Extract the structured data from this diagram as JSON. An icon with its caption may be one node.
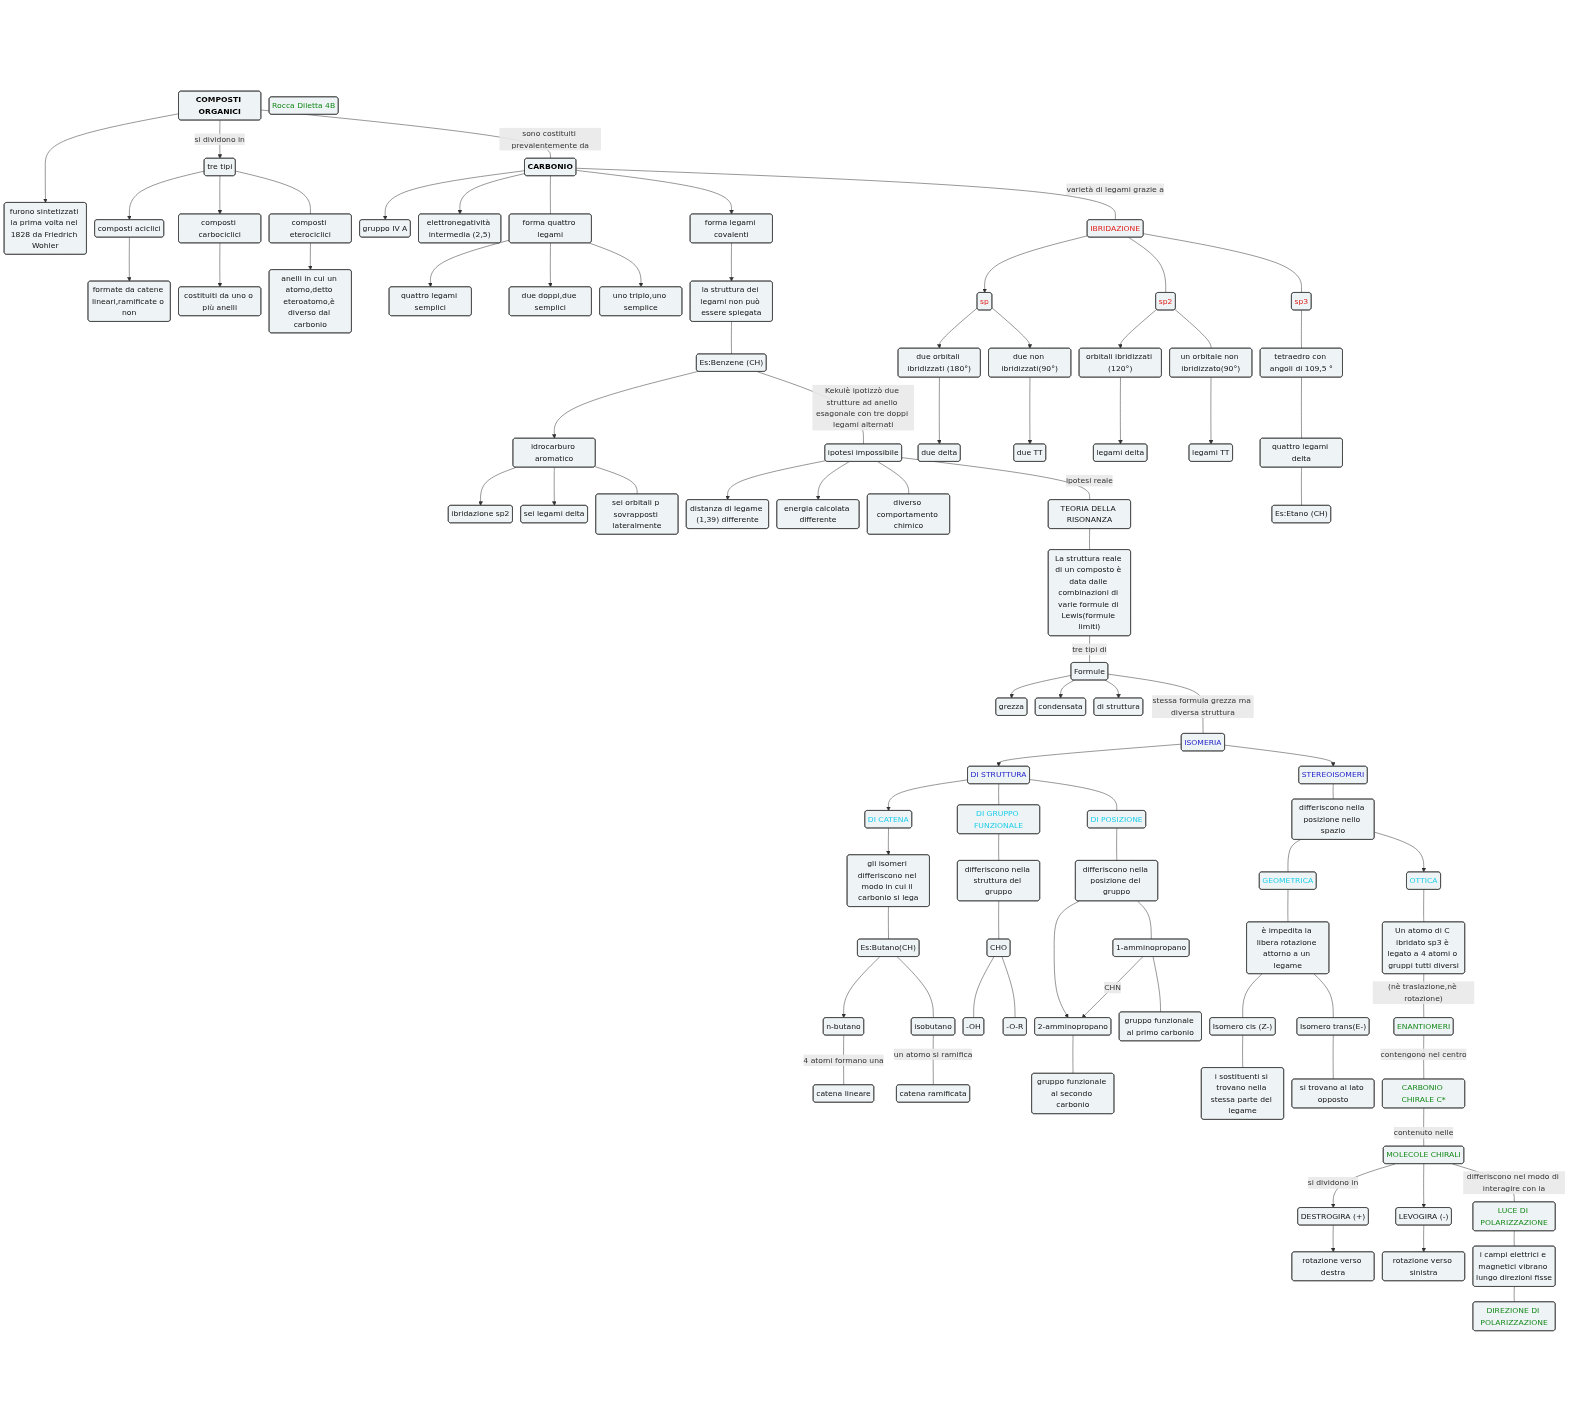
{
  "diagram": {
    "nodes": [
      {
        "text": [
          "COMPOSTI ORGANICI"
        ]
      },
      {
        "text": [
          "furono sintetizzati la prima volta nel 1828 da Friedrich Wohler"
        ]
      },
      {
        "text": [
          "tre tipi"
        ]
      },
      {
        "text": [
          "composti aciclici"
        ]
      },
      {
        "text": [
          "formate da catene lineari,ramificate o non"
        ]
      },
      {
        "text": [
          "composti carbociclici"
        ]
      },
      {
        "text": [
          "costituiti da uno o più anelli"
        ]
      },
      {
        "text": [
          "composti eterociclici"
        ]
      },
      {
        "text": [
          "anelli in cui un atomo,detto eteroatomo,è diverso dal carbonio"
        ]
      },
      {
        "text": [
          "CARBONIO"
        ]
      },
      {
        "text": [
          "gruppo IV A"
        ]
      },
      {
        "text": [
          "elettronegatività intermedia (2,5)"
        ]
      },
      {
        "text": [
          "forma legami covalenti"
        ]
      },
      {
        "text": [
          "forma quattro legami"
        ]
      },
      {
        "text": [
          "quattro legami semplici"
        ]
      },
      {
        "text": [
          "due doppi,due semplici"
        ]
      },
      {
        "text": [
          "uno triplo,uno semplice"
        ]
      },
      {
        "text": [
          "la struttura dei legami non può essere spiegata"
        ]
      },
      {
        "text": [
          "Es:Benzene (CH)"
        ]
      },
      {
        "text": [
          "idrocarburo aromatico"
        ]
      },
      {
        "text": [
          "ibridazione sp2"
        ]
      },
      {
        "text": [
          "sei legami delta"
        ]
      },
      {
        "text": [
          "sei orbitali p sovrapposti lateralmente"
        ]
      },
      {
        "text": [
          "ipotesi impossibile"
        ]
      },
      {
        "text": [
          "distanza di legame (1,39) differente"
        ]
      },
      {
        "text": [
          "energia calcolata differente"
        ]
      },
      {
        "text": [
          "diverso comportamento chimico"
        ]
      },
      {
        "text": [
          "TEORIA DELLA RISONANZA"
        ]
      },
      {
        "text": [
          "La struttura reale di un composto è data dalle combinazioni di varie formule di Lewis(formule limiti)"
        ]
      },
      {
        "text": [
          "Formule"
        ]
      },
      {
        "text": [
          "grezza"
        ]
      },
      {
        "text": [
          "condensata"
        ]
      },
      {
        "text": [
          "di struttura"
        ]
      },
      {
        "text": [
          "IBRIDAZIONE"
        ]
      },
      {
        "text": [
          "sp"
        ]
      },
      {
        "text": [
          "due orbitali ibridizzati (180°)"
        ]
      },
      {
        "text": [
          "due delta"
        ]
      },
      {
        "text": [
          "due non ibridizzati(90°)"
        ]
      },
      {
        "text": [
          "due TT"
        ]
      },
      {
        "text": [
          "sp3"
        ]
      },
      {
        "text": [
          "sp2"
        ]
      },
      {
        "text": [
          "orbitali ibridizzati (120°)"
        ]
      },
      {
        "text": [
          "legami delta"
        ]
      },
      {
        "text": [
          "un orbitale non ibridizzato(90°)"
        ]
      },
      {
        "text": [
          "legami TT"
        ]
      },
      {
        "text": [
          "tetraedro con angoli di 109,5 °"
        ]
      },
      {
        "text": [
          "quattro legami delta"
        ]
      },
      {
        "text": [
          "Es:Etano (CH)"
        ]
      },
      {
        "text": [
          "ISOMERIA"
        ]
      },
      {
        "text": [
          "DI STRUTTURA"
        ]
      },
      {
        "text": [
          "DI CATENA"
        ]
      },
      {
        "text": [
          "gli isomeri differiscono nel modo in cui il carbonio si lega"
        ]
      },
      {
        "text": [
          "Es:Butano(CH)"
        ]
      },
      {
        "text": [
          "n-butano"
        ]
      },
      {
        "text": [
          "isobutano"
        ]
      },
      {
        "text": [
          "catena lineare"
        ]
      },
      {
        "text": [
          "catena ramificata"
        ]
      },
      {
        "text": [
          "DI GRUPPO FUNZIONALE"
        ]
      },
      {
        "text": [
          "differiscono nella struttura del gruppo"
        ]
      },
      {
        "text": [
          "CHO"
        ]
      },
      {
        "text": [
          "-OH"
        ]
      },
      {
        "text": [
          "-O-R"
        ]
      },
      {
        "text": [
          "DI POSIZIONE"
        ]
      },
      {
        "text": [
          "differiscono nella posizione del gruppo"
        ]
      },
      {
        "text": [
          "1-amminopropano"
        ]
      },
      {
        "text": [
          "2-amminopropano"
        ]
      },
      {
        "text": [
          "gruppo funzionale al primo carbonio"
        ]
      },
      {
        "text": [
          "gruppo funzionale al secondo carbonio"
        ]
      },
      {
        "text": [
          "STEREOISOMERI"
        ]
      },
      {
        "text": [
          "differiscono nella posizione nello spazio"
        ]
      },
      {
        "text": [
          "GEOMETRICA"
        ]
      },
      {
        "text": [
          "è impedita la libera rotazione attorno a un legame"
        ]
      },
      {
        "text": [
          "Isomero cis (Z-)"
        ]
      },
      {
        "text": [
          "Isomero trans(E-)"
        ]
      },
      {
        "text": [
          "i sostituenti si trovano nella stessa parte del legame"
        ]
      },
      {
        "text": [
          "si trovano al lato opposto"
        ]
      },
      {
        "text": [
          "OTTICA"
        ]
      },
      {
        "text": [
          "Un atomo di C ibridato sp3 è legato a 4 atomi o gruppi tutti diversi"
        ]
      },
      {
        "text": [
          "ENANTIOMERI"
        ]
      },
      {
        "text": [
          "CARBONIO CHIRALE C*"
        ]
      },
      {
        "text": [
          "MOLECOLE CHIRALI"
        ]
      },
      {
        "text": [
          "DESTROGIRA (+)"
        ]
      },
      {
        "text": [
          "LEVOGIRA (-)"
        ]
      },
      {
        "text": [
          "rotazione verso destra"
        ]
      },
      {
        "text": [
          "rotazione verso sinistra"
        ]
      },
      {
        "text": [
          "LUCE DI POLARIZZAZIONE"
        ]
      },
      {
        "text": [
          "i campi elettrici e magnetici vibrano lungo direzioni fisse"
        ]
      },
      {
        "text": [
          "DIREZIONE DI POLARIZZAZIONE"
        ]
      },
      {
        "text": [
          "Rocca Diletta 4B"
        ]
      }
    ],
    "edges": [
      {
        "from": 0,
        "to": 1,
        "arrow": "to"
      },
      {
        "from": 0,
        "to": 2,
        "arrow": "to",
        "label": "si dividono in"
      },
      {
        "from": 2,
        "to": 3,
        "arrow": "to"
      },
      {
        "from": 2,
        "to": 5,
        "arrow": "to"
      },
      {
        "from": 2,
        "to": 7,
        "arrow": "none"
      },
      {
        "from": 3,
        "to": 4,
        "arrow": "to"
      },
      {
        "from": 5,
        "to": 6,
        "arrow": "to"
      },
      {
        "from": 7,
        "to": 8,
        "arrow": "to"
      },
      {
        "from": 0,
        "to": 9,
        "arrow": "none",
        "label": "sono costituiti prevalentemente da"
      },
      {
        "from": 9,
        "to": 10,
        "arrow": "to"
      },
      {
        "from": 9,
        "to": 11,
        "arrow": "to"
      },
      {
        "from": 9,
        "to": 12,
        "arrow": "to"
      },
      {
        "from": 9,
        "to": 13,
        "arrow": "none"
      },
      {
        "from": 12,
        "to": 17,
        "arrow": "to"
      },
      {
        "from": 13,
        "to": 14,
        "arrow": "to"
      },
      {
        "from": 13,
        "to": 15,
        "arrow": "to"
      },
      {
        "from": 13,
        "to": 16,
        "arrow": "to"
      },
      {
        "from": 17,
        "to": 18,
        "arrow": "none"
      },
      {
        "from": 18,
        "to": 19,
        "arrow": "to"
      },
      {
        "from": 19,
        "to": 20,
        "arrow": "to"
      },
      {
        "from": 19,
        "to": 21,
        "arrow": "to"
      },
      {
        "from": 19,
        "to": 22,
        "arrow": "none"
      },
      {
        "from": 18,
        "to": 23,
        "arrow": "none",
        "label": "Kekulè ipotizzò due strutture ad anello esagonale con tre doppi legami alternati"
      },
      {
        "from": 23,
        "to": 24,
        "arrow": "to"
      },
      {
        "from": 23,
        "to": 25,
        "arrow": "to"
      },
      {
        "from": 23,
        "to": 26,
        "arrow": "none"
      },
      {
        "from": 23,
        "to": 27,
        "arrow": "none",
        "label": "ipotesi reale"
      },
      {
        "from": 27,
        "to": 28,
        "arrow": "none"
      },
      {
        "from": 28,
        "to": 29,
        "arrow": "none",
        "label": "tre tipi di"
      },
      {
        "from": 29,
        "to": 30,
        "arrow": "to"
      },
      {
        "from": 29,
        "to": 31,
        "arrow": "to"
      },
      {
        "from": 29,
        "to": 32,
        "arrow": "to"
      },
      {
        "from": 29,
        "to": 48,
        "arrow": "none",
        "label": "stessa formula grezza ma diversa struttura"
      },
      {
        "from": 9,
        "to": 33,
        "arrow": "none",
        "label": "varietà di legami grazie a"
      },
      {
        "from": 33,
        "to": 34,
        "arrow": "to"
      },
      {
        "from": 33,
        "to": 39,
        "arrow": "none"
      },
      {
        "from": 33,
        "to": 40,
        "arrow": "none"
      },
      {
        "from": 34,
        "to": 35,
        "arrow": "to"
      },
      {
        "from": 34,
        "to": 37,
        "arrow": "to"
      },
      {
        "from": 35,
        "to": 36,
        "arrow": "to"
      },
      {
        "from": 37,
        "to": 38,
        "arrow": "to"
      },
      {
        "from": 40,
        "to": 41,
        "arrow": "to"
      },
      {
        "from": 40,
        "to": 43,
        "arrow": "none"
      },
      {
        "from": 41,
        "to": 42,
        "arrow": "to"
      },
      {
        "from": 43,
        "to": 44,
        "arrow": "to"
      },
      {
        "from": 39,
        "to": 45,
        "arrow": "none"
      },
      {
        "from": 45,
        "to": 46,
        "arrow": "none"
      },
      {
        "from": 46,
        "to": 47,
        "arrow": "none"
      },
      {
        "from": 48,
        "to": 49,
        "arrow": "to"
      },
      {
        "from": 48,
        "to": 68,
        "arrow": "to"
      },
      {
        "from": 49,
        "to": 50,
        "arrow": "to"
      },
      {
        "from": 50,
        "to": 51,
        "arrow": "to"
      },
      {
        "from": 51,
        "to": 52,
        "arrow": "none"
      },
      {
        "from": 52,
        "to": 53,
        "arrow": "to"
      },
      {
        "from": 52,
        "to": 54,
        "arrow": "none"
      },
      {
        "from": 53,
        "to": 55,
        "arrow": "none",
        "label": "4 atomi formano una"
      },
      {
        "from": 54,
        "to": 56,
        "arrow": "none",
        "label": "un atomo si ramifica"
      },
      {
        "from": 49,
        "to": 57,
        "arrow": "none"
      },
      {
        "from": 57,
        "to": 58,
        "arrow": "none"
      },
      {
        "from": 58,
        "to": 59,
        "arrow": "none"
      },
      {
        "from": 59,
        "to": 60,
        "arrow": "none"
      },
      {
        "from": 59,
        "to": 61,
        "arrow": "none"
      },
      {
        "from": 49,
        "to": 62,
        "arrow": "none"
      },
      {
        "from": 62,
        "to": 63,
        "arrow": "none"
      },
      {
        "from": 63,
        "to": 64,
        "arrow": "none"
      },
      {
        "from": 63,
        "to": 65,
        "arrow": "to"
      },
      {
        "from": 64,
        "to": 65,
        "arrow": "to",
        "label": "CHN"
      },
      {
        "from": 64,
        "to": 66,
        "arrow": "none"
      },
      {
        "from": 65,
        "to": 67,
        "arrow": "none"
      },
      {
        "from": 68,
        "to": 69,
        "arrow": "none"
      },
      {
        "from": 69,
        "to": 70,
        "arrow": "none"
      },
      {
        "from": 69,
        "to": 76,
        "arrow": "to"
      },
      {
        "from": 70,
        "to": 71,
        "arrow": "none"
      },
      {
        "from": 71,
        "to": 72,
        "arrow": "none"
      },
      {
        "from": 71,
        "to": 73,
        "arrow": "none"
      },
      {
        "from": 72,
        "to": 74,
        "arrow": "none"
      },
      {
        "from": 73,
        "to": 75,
        "arrow": "none"
      },
      {
        "from": 76,
        "to": 77,
        "arrow": "none"
      },
      {
        "from": 77,
        "to": 78,
        "arrow": "none",
        "label": "(nè traslazione,nè rotazione)"
      },
      {
        "from": 78,
        "to": 79,
        "arrow": "none",
        "label": "contengono nel centro"
      },
      {
        "from": 79,
        "to": 80,
        "arrow": "none",
        "label": "contenuto nelle"
      },
      {
        "from": 80,
        "to": 81,
        "arrow": "to",
        "label": "si dividono in"
      },
      {
        "from": 80,
        "to": 82,
        "arrow": "to"
      },
      {
        "from": 81,
        "to": 83,
        "arrow": "to"
      },
      {
        "from": 82,
        "to": 84,
        "arrow": "to"
      },
      {
        "from": 80,
        "to": 85,
        "arrow": "none",
        "label": "differiscono nel modo di interagire con la"
      },
      {
        "from": 85,
        "to": 86,
        "arrow": "none"
      },
      {
        "from": 86,
        "to": 87,
        "arrow": "none"
      }
    ]
  }
}
